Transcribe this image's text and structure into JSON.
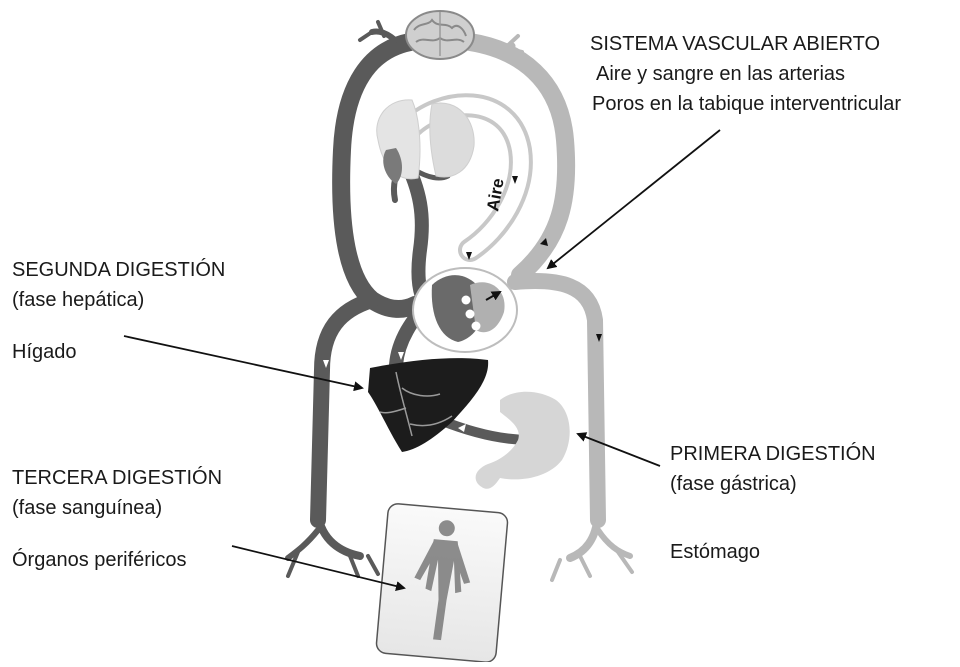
{
  "labels": {
    "sistema_title": "SISTEMA VASCULAR ABIERTO",
    "sistema_line1": "Aire y sangre en las arterias",
    "sistema_line2": "Poros en la tabique interventricular",
    "segunda_title": "SEGUNDA DIGESTIÓN",
    "segunda_sub": "(fase hepática)",
    "higado": "Hígado",
    "tercera_title": "TERCERA DIGESTIÓN",
    "tercera_sub": "(fase sanguínea)",
    "organos": "Órganos periféricos",
    "primera_title": "PRIMERA DIGESTIÓN",
    "primera_sub": "(fase gástrica)",
    "estomago": "Estómago",
    "aire": "Aire"
  },
  "colors": {
    "dark_vessel": "#5a5a5a",
    "light_vessel": "#b8b8b8",
    "liver": "#1c1c1c",
    "organ_light": "#d6d6d6",
    "text": "#1a1a1a"
  },
  "icons": [
    "brain-icon",
    "lungs-icon",
    "heart-icon",
    "liver-icon",
    "stomach-icon",
    "human-body-icon"
  ]
}
